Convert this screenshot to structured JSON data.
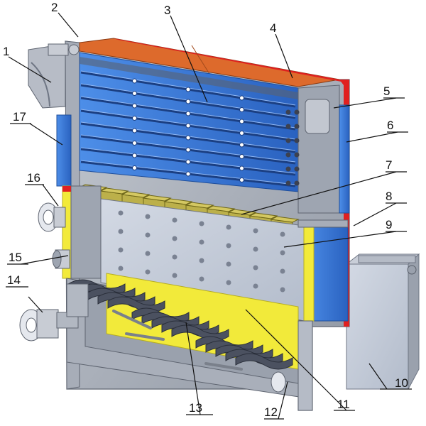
{
  "image_type": "cutaway diagram of a boiler",
  "callouts": [
    {
      "id": "c1",
      "label": "1"
    },
    {
      "id": "c2",
      "label": "2"
    },
    {
      "id": "c3",
      "label": "3"
    },
    {
      "id": "c4",
      "label": "4"
    },
    {
      "id": "c5",
      "label": "5"
    },
    {
      "id": "c6",
      "label": "6"
    },
    {
      "id": "c7",
      "label": "7"
    },
    {
      "id": "c8",
      "label": "8"
    },
    {
      "id": "c9",
      "label": "9"
    },
    {
      "id": "c10",
      "label": "10"
    },
    {
      "id": "c11",
      "label": "11"
    },
    {
      "id": "c12",
      "label": "12"
    },
    {
      "id": "c13",
      "label": "13"
    },
    {
      "id": "c14",
      "label": "14"
    },
    {
      "id": "c15",
      "label": "15"
    },
    {
      "id": "c16",
      "label": "16"
    },
    {
      "id": "c17",
      "label": "17"
    }
  ],
  "colors": {
    "top_plate": "#d9682e",
    "water_jacket": "#2f6fd0",
    "heat_exchanger": "#3d7fe0",
    "refractory_bricks": "#b8ad45",
    "insulation": "#f2ea3a",
    "housing": "#a8aeb8",
    "rear_stripe": "#e02020"
  }
}
